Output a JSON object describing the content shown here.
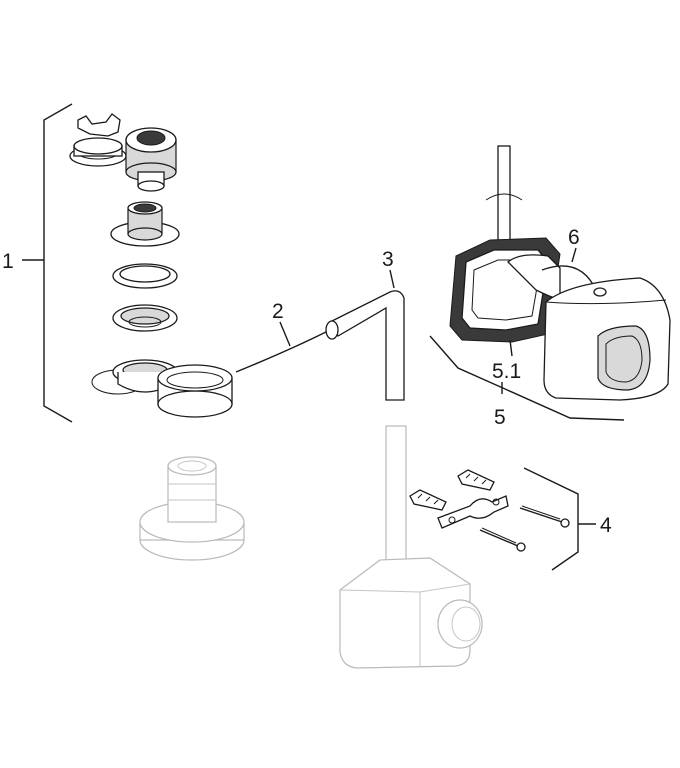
{
  "callouts": {
    "c1": "1",
    "c2": "2",
    "c3": "3",
    "c4": "4",
    "c5_1": "5.1",
    "c5": "5",
    "c6": "6"
  },
  "colors": {
    "line": "#1a1a1a",
    "shade": "#d9d9d9",
    "dark_fill": "#3a3a3a",
    "ghost_line": "#b9b9b9",
    "background": "#ffffff"
  }
}
